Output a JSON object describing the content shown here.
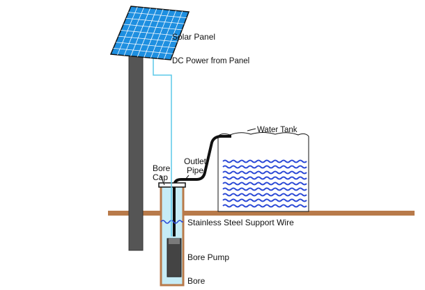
{
  "labels": {
    "solar_panel": "Solar Panel",
    "dc_power": "DC Power from Panel",
    "water_tank": "Water Tank",
    "outlet_line1": "Outlet",
    "outlet_line2": "Pipe",
    "bore_cap_line1": "Bore",
    "bore_cap_line2": "Cap",
    "support_wire": "Stainless Steel Support Wire",
    "bore_pump": "Bore Pump",
    "bore": "Bore"
  },
  "colors": {
    "panel_blue": "#1e8fe0",
    "panel_grid": "#ffffff",
    "pole_gray": "#555555",
    "dc_wire": "#5cc8e8",
    "ground_brown": "#b87a4a",
    "water_blue": "#2b49d6",
    "bore_fill": "#c6ecf6",
    "pipe_black": "#111111",
    "pump_dark": "#444444"
  }
}
